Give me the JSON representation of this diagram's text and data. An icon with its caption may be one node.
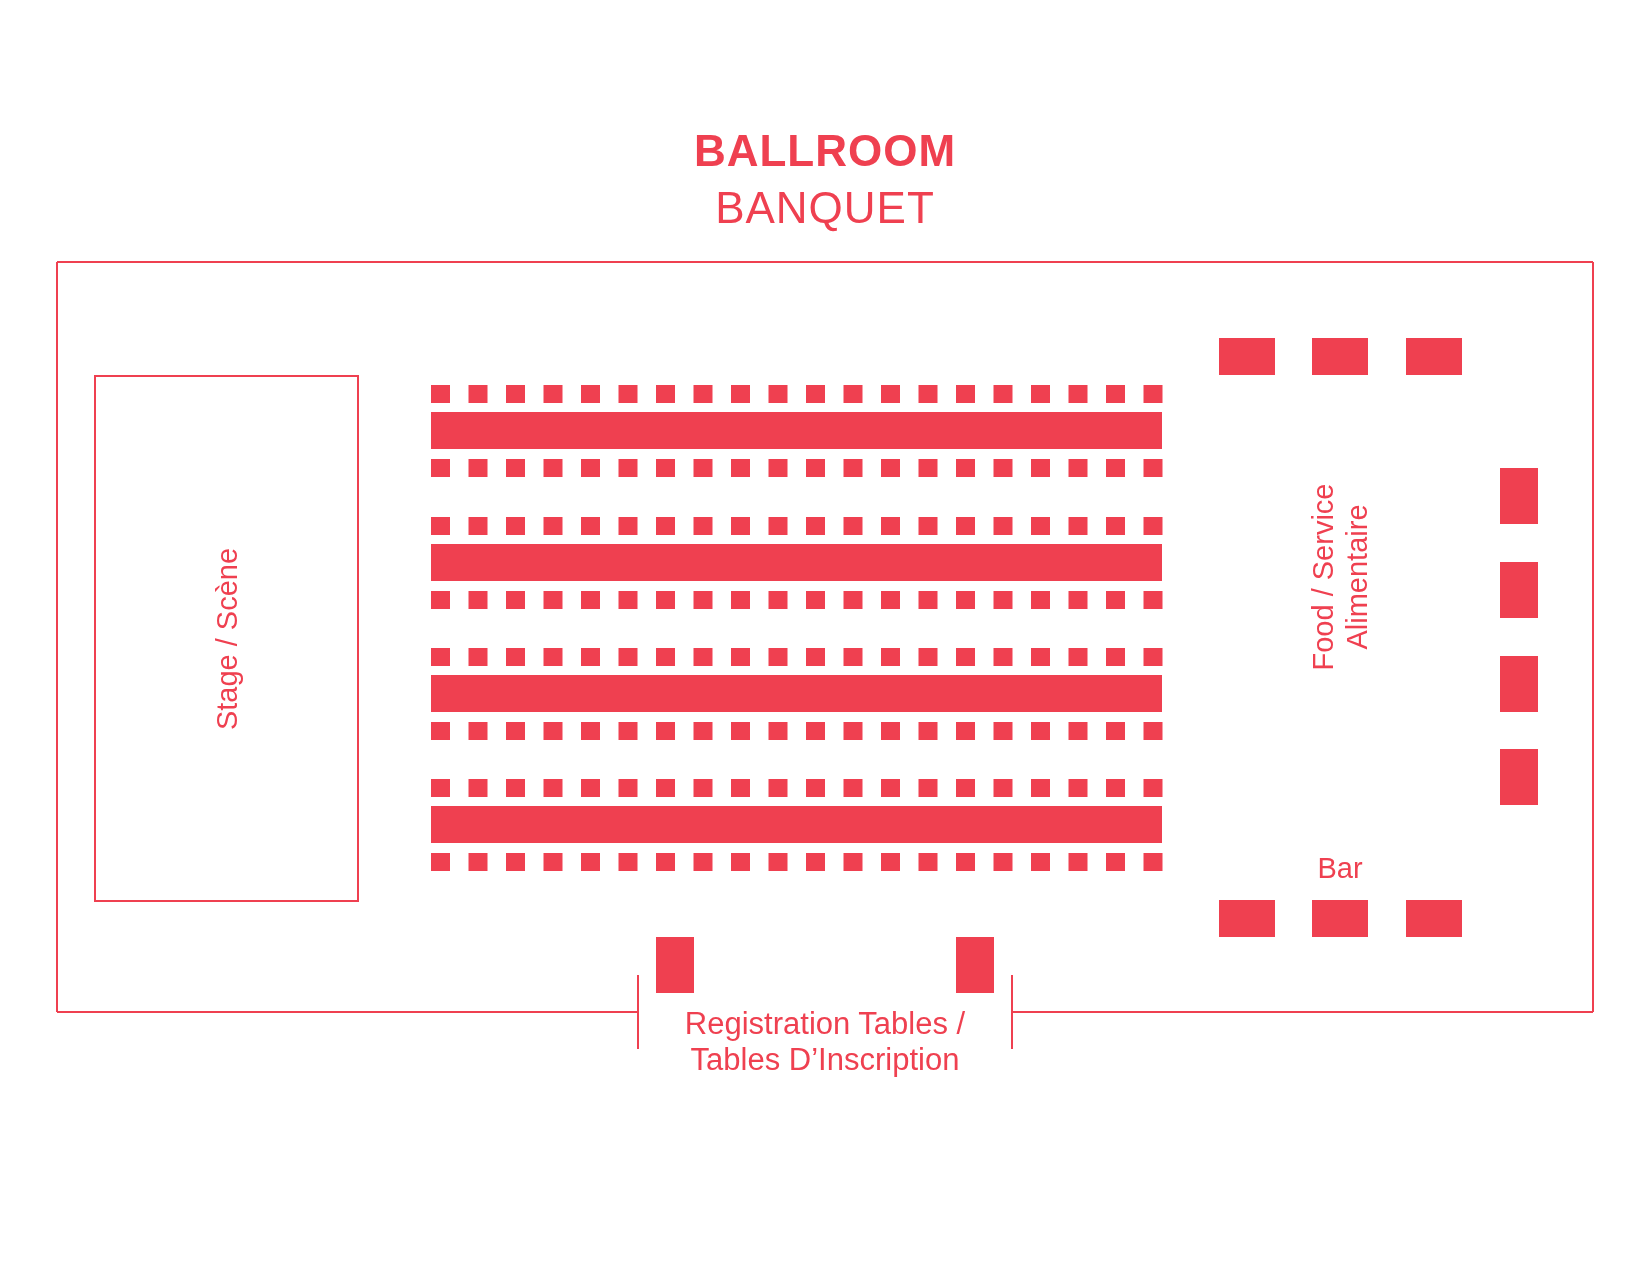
{
  "diagram": {
    "title": "BALLROOM",
    "nodes": [
      {
        "text": [
          "Stage / Scène"
        ]
      }
    ],
    "labels": [
      "BANQUET",
      "Food / Service Alimentaire",
      "Bar",
      "Registration Tables / Tables D’Inscription"
    ]
  }
}
